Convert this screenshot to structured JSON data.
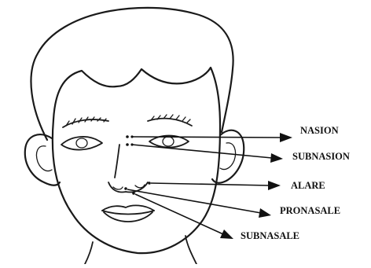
{
  "figure": {
    "labels": [
      {
        "key": "nasion",
        "text": "NASION"
      },
      {
        "key": "subnasion",
        "text": "SUBNASION"
      },
      {
        "key": "alare",
        "text": "ALARE"
      },
      {
        "key": "pronasale",
        "text": "PRONASALE"
      },
      {
        "key": "subnasale",
        "text": "SUBNASALE"
      }
    ]
  }
}
